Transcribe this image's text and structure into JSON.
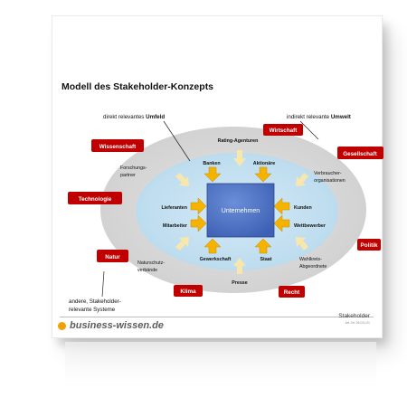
{
  "document": {
    "title": "Modell des Stakeholder-Konzepts",
    "brand": "business-wissen.de",
    "footer_title": "Stakeholder",
    "footer_code": "Art.-Nr. 06.011.01",
    "colors": {
      "brand_accent": "#f0a000",
      "stakeholder_box": "#c00000",
      "center_box": "#4e72c4",
      "arrow": "#f5b300"
    }
  },
  "diagram": {
    "center": "Unternehmen",
    "zone_labels": {
      "direct_prefix": "direkt relevantes ",
      "direct_bold": "Umfeld",
      "indirect_prefix": "indirekt relevante ",
      "indirect_bold": "Umwelt"
    },
    "direct_stakeholders": {
      "rating": "Rating-Agenturen",
      "banks": "Banken",
      "shareholders": "Aktionäre",
      "research_1": "Forschungs-",
      "research_2": "partner",
      "consumer_1": "Verbraucher-",
      "consumer_2": "organisationen",
      "suppliers": "Lieferanten",
      "customers": "Kunden",
      "employees": "Mitarbeiter",
      "competitors": "Wettbewerber",
      "nature_org_1": "Naturschutz-",
      "nature_org_2": "verbände",
      "union": "Gewerkschaft",
      "state": "Staat",
      "constituency_1": "Wahlkreis-",
      "constituency_2": "Abgeordnete",
      "press": "Presse"
    },
    "indirect_stakeholders": {
      "economy": "Wirtschaft",
      "science": "Wissenschaft",
      "society": "Gesellschaft",
      "technology": "Technologie",
      "politics": "Politik",
      "nature": "Natur",
      "climate": "Klima",
      "law": "Recht"
    },
    "other_1": "andere, Stakeholder-",
    "other_2": "relevante Systeme"
  }
}
